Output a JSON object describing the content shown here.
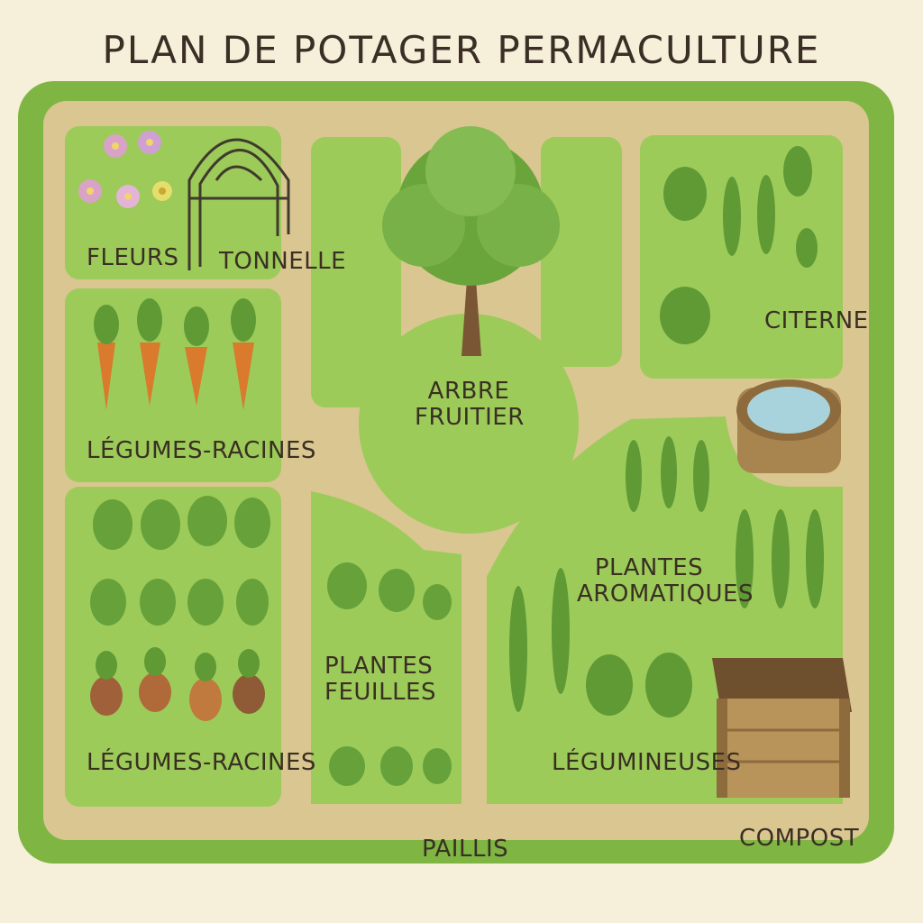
{
  "title": "PLAN DE POTAGER PERMACULTURE",
  "labels": {
    "fleurs": "FLEURS",
    "tonnelle": "TONNELLE",
    "legumes_racines_1": "LÉGUMES-RACINES",
    "legumes_racines_2": "LÉGUMES-RACINES",
    "arbre_fruitier_1": "ARBRE",
    "arbre_fruitier_2": "FRUITIER",
    "plantes_feuilles_1": "PLANTES",
    "plantes_feuilles_2": "FEUILLES",
    "plantes_aromatiques_1": "PLANTES",
    "plantes_aromatiques_2": "AROMATIQUES",
    "citerne": "CITERNE",
    "legumineuses": "LÉGUMINEUSES",
    "compost": "COMPOST",
    "paillis": "PAILLIS"
  },
  "colors": {
    "background": "#f6efda",
    "hedge": "#7fb543",
    "bed": "#9ccb5a",
    "path": "#d9c690",
    "foliage": "#5f9a35",
    "carrot": "#d97a2c",
    "beet": "#a0613a",
    "wood": "#a8844f",
    "water": "#a9d3dc"
  }
}
